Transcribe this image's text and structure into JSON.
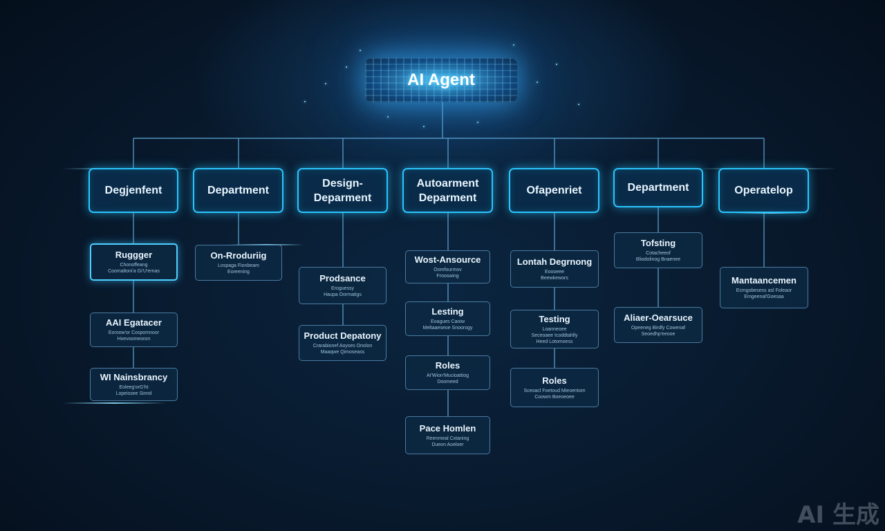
{
  "root": {
    "label": "AI Agent"
  },
  "departments": [
    {
      "label": "Degjenfent",
      "items": [
        {
          "title": "Ruggger",
          "sub": "Chonoffeang\nCoomaltoni'a Gi'U'ernas"
        },
        {
          "title": "AAI Egatacer",
          "sub": "Eoroow'or Cospomnoor\nHxevoomeoron"
        },
        {
          "title": "WI Nainsbrancy",
          "sub": "Eoleeg'orG'ht\nLopeissee Sinnd"
        }
      ]
    },
    {
      "label": "Department",
      "items": [
        {
          "title": "On-Rroduriig",
          "sub": "Lospaga Fionbeam\nEoreening"
        }
      ]
    },
    {
      "label": "Design-\nDeparment",
      "items": [
        {
          "title": "Prodsance",
          "sub": "Eroguessy\nHaupa Oormatigs"
        },
        {
          "title": "Product Depatony",
          "sub": "Crarabionef Aoyses Onolon\nMaaqwe Qimoseass"
        }
      ]
    },
    {
      "label": "Autoarment\nDeparment",
      "items": [
        {
          "title": "Wost-Ansource",
          "sub": "Oomfourmov\nFrooswing"
        },
        {
          "title": "Lesting",
          "sub": "Eoagues Caoiw\nMeltaaeseoe Snoorogy"
        },
        {
          "title": "Roles",
          "sub": "AI'Wion'Mucioattiog\nDoomeed"
        },
        {
          "title": "Pace Homlen",
          "sub": "Reenmeal Cxtaning\nDueon Aoeloer"
        }
      ]
    },
    {
      "label": "Ofapenriet",
      "items": [
        {
          "title": "Lontah Degrnong",
          "sub": "Eoooeee\nBeewkewors"
        },
        {
          "title": "Testing",
          "sub": "Loanneoee\nSeceoaee Icoddtahlly\nHeed Lotomoess"
        },
        {
          "title": "Roles",
          "sub": "Sceoacl Foetoud Mieoentom\nCoowm Boeoeoee"
        }
      ]
    },
    {
      "label": "Department",
      "items": [
        {
          "title": "Tofsting",
          "sub": "Cotacheeof\nBliodolinog Bnaenee"
        },
        {
          "title": "Aliaer-Oearsuce",
          "sub": "Opeeneg Birdfy Cowenaf\nSeoedhp'eeooe"
        }
      ]
    },
    {
      "label": "Operatelop",
      "items": [
        {
          "title": "Mantaancemen",
          "sub": "Ecmgobesess asl Foleaor\nEmgeenal'Goesaa"
        }
      ]
    }
  ],
  "watermark": "AI 生成",
  "colors": {
    "accent": "#29c6ff",
    "background": "#061425",
    "line": "#5fa8d8"
  }
}
